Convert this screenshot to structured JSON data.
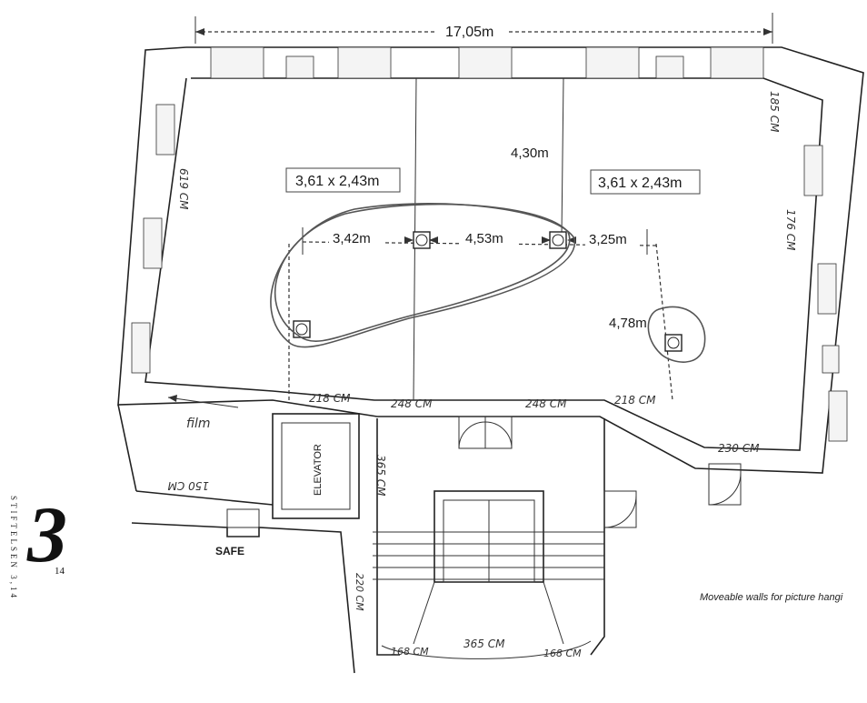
{
  "dimensions": {
    "top_width": "17,05m",
    "height_center": "4,30m",
    "span_left": "3,42m",
    "span_mid": "4,53m",
    "span_right": "3,25m",
    "diag_right": "4,78m"
  },
  "wall_labels": {
    "left": "3,61 x 2,43m",
    "right": "3,61 x 2,43m"
  },
  "handwritten": {
    "left_wall": "619 CM",
    "right_top": "185 CM",
    "right_mid": "176 CM",
    "bottom_1": "218 CM",
    "bottom_2": "248 CM",
    "bottom_3": "248 CM",
    "bottom_4": "218 CM",
    "bottom_right": "230 CM",
    "film": "film",
    "left_room": "150 CM",
    "stair_side": "365 CM",
    "stair_left": "220 CM",
    "stair_bottom": "365 CM",
    "stair_bl": "168 CM",
    "stair_br": "168 CM"
  },
  "rooms": {
    "elevator": "ELEVATOR",
    "safe": "SAFE"
  },
  "brand": {
    "vertical": "STIFTELSEN 3,14",
    "numeral": "3",
    "sub": "14"
  },
  "caption": "Moveable walls for picture hangi"
}
